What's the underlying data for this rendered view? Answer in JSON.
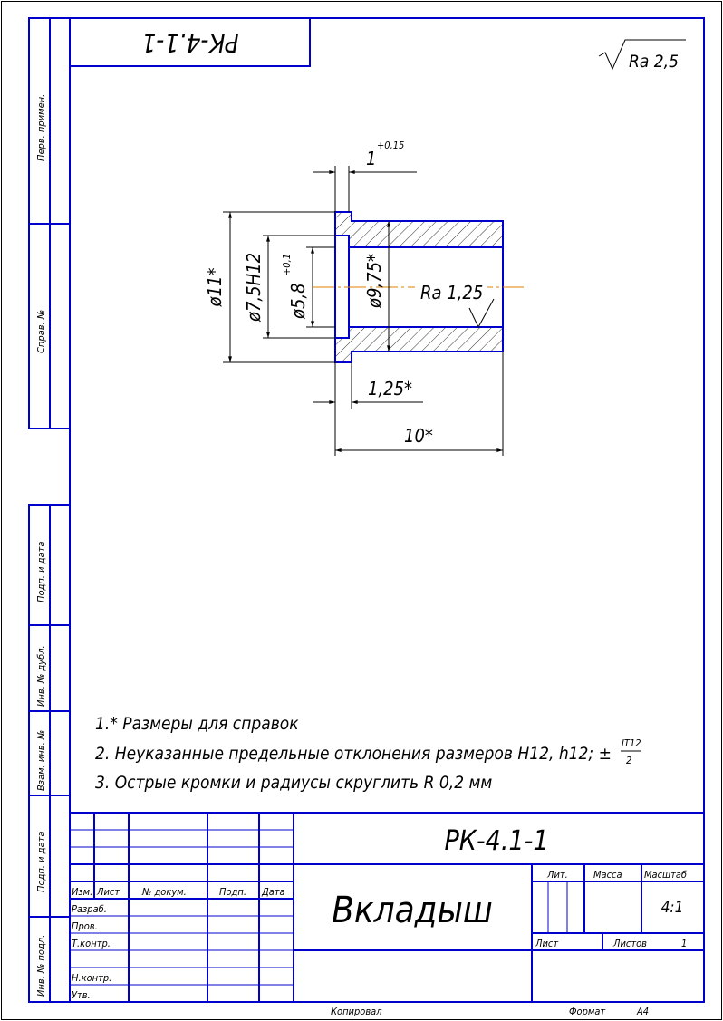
{
  "drawing": {
    "designation": "РК-4.1-1",
    "designation_rotated": "РК-4.1-1",
    "part_name": "Вкладыш",
    "general_roughness": "Ra 2,5",
    "surface_roughness": "Ra 1,25",
    "dimensions": {
      "flange_width": "1",
      "flange_width_tol": "+0,15",
      "outer_flange_dia": "ø11*",
      "flange_bore_dia": "ø7,5H12",
      "bore_dia": "ø5,8",
      "bore_dia_tol": "+0,1",
      "body_outer_dia": "ø9,75*",
      "step_length": "1,25*",
      "total_length": "10*"
    },
    "notes": [
      "1.* Размеры для справок",
      "2. Неуказанные предельные отклонения размеров H12, h12; ±",
      "3. Острые кромки и радиусы скруглить R 0,2 мм"
    ],
    "note2_fraction": {
      "numerator": "IT12",
      "denominator": "2"
    }
  },
  "side_strip": [
    "Перв. примен.",
    "Справ. №",
    "Подп. и дата",
    "Инв. № дубл.",
    "Взам. инв. №",
    "Подп. и дата",
    "Инв. № подл."
  ],
  "title_block": {
    "headers": [
      "Изм.",
      "Лист",
      "№ докум.",
      "Подп.",
      "Дата"
    ],
    "roles": [
      "Разраб.",
      "Пров.",
      "Т.контр.",
      "Н.контр.",
      "Утв."
    ],
    "lit": "Лит.",
    "mass": "Масса",
    "scale_label": "Масштаб",
    "scale": "4:1",
    "sheet": "Лист",
    "sheets": "Листов",
    "sheets_count": "1",
    "copied": "Копировал",
    "format": "Формат",
    "format_value": "А4"
  }
}
